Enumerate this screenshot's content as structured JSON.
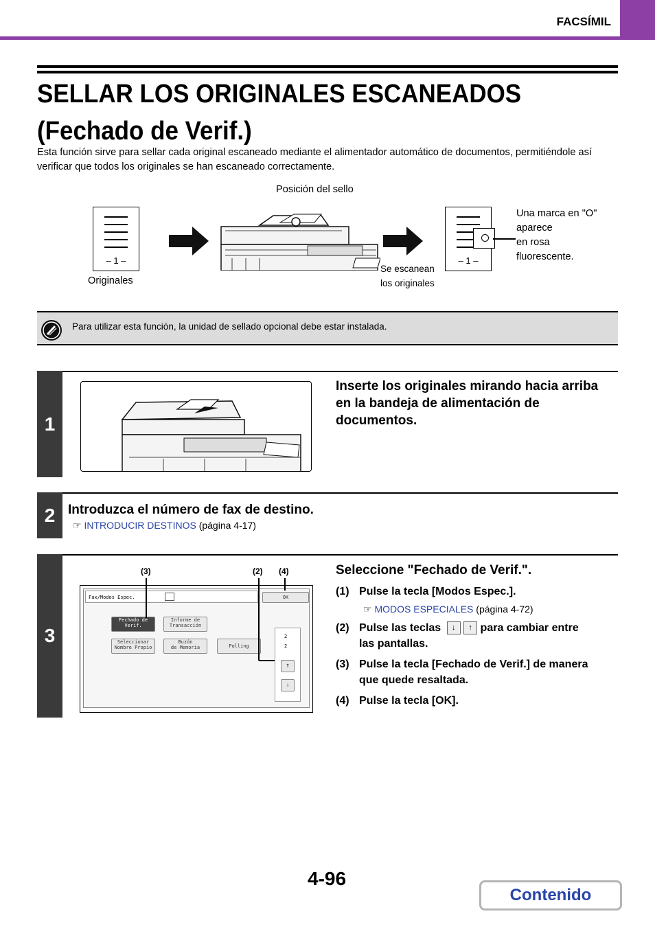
{
  "header": {
    "section": "FACSÍMIL"
  },
  "title": {
    "line1": "SELLAR LOS ORIGINALES ESCANEADOS",
    "line2": "(Fechado de Verif.)"
  },
  "intro": "Esta función sirve para sellar cada original escaneado mediante el alimentador automático de documentos, permitiéndole así verificar que todos los originales se han escaneado correctamente.",
  "diagram": {
    "stamp_position": "Posición del sello",
    "originals": "Originales",
    "page_marker": "– 1 –",
    "scanned_line1": "Se escanean",
    "scanned_line2": "los originales",
    "mark_line1": "Una marca en \"O\"",
    "mark_line2": "aparece",
    "mark_line3": "en rosa",
    "mark_line4": "fluorescente."
  },
  "note": {
    "text": "Para utilizar esta función, la unidad de sellado opcional debe estar instalada."
  },
  "steps": [
    {
      "number": "1",
      "heading": "Inserte los originales mirando hacia arriba en la bandeja de alimentación de documentos."
    },
    {
      "number": "2",
      "heading": "Introduzca el número de fax de destino.",
      "link": "INTRODUCIR DESTINOS",
      "page_ref": "(página 4-17)"
    },
    {
      "number": "3",
      "heading": "Seleccione \"Fechado de Verif.\".",
      "callouts": [
        "(3)",
        "(2)",
        "(4)"
      ],
      "screen": {
        "title": "Fax/Modos Espec.",
        "ok": "OK",
        "btn_fechado_1": "Fechado de",
        "btn_fechado_2": "Verif.",
        "btn_informe_1": "Informe de",
        "btn_informe_2": "Transacción",
        "btn_sel_1": "Seleccionar",
        "btn_sel_2": "Nombre Propio",
        "btn_buzon_1": "Buzón",
        "btn_buzon_2": "de Memoria",
        "btn_polling": "Polling",
        "page_top": "2",
        "page_bottom": "2"
      },
      "substeps": [
        {
          "num": "(1)",
          "text": "Pulse la tecla [Modos Espec.].",
          "link": "MODOS ESPECIALES",
          "page_ref": "(página 4-72)"
        },
        {
          "num": "(2)",
          "text_before": "Pulse las teclas",
          "text_after": "para cambiar entre",
          "text_line2": "las pantallas."
        },
        {
          "num": "(3)",
          "text_line1": "Pulse la tecla [Fechado de Verif.] de manera",
          "text_line2": "que quede resaltada."
        },
        {
          "num": "(4)",
          "text": "Pulse la tecla [OK]."
        }
      ]
    }
  ],
  "footer": {
    "page_number": "4-96",
    "contents_button": "Contenido"
  },
  "colors": {
    "accent": "#8d3fa6",
    "link": "#2a45a8",
    "step_bar": "#3a3a3a",
    "note_bg": "#dcdcdc"
  }
}
